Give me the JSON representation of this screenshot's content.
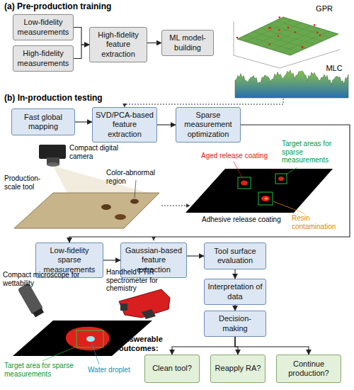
{
  "diagram": {
    "nodes": [
      {
        "text": [
          "Low-fidelity measurements"
        ]
      },
      {
        "text": [
          "High-fidelity measurements"
        ]
      },
      {
        "text": [
          "High-fidelity feature extraction"
        ]
      },
      {
        "text": [
          "ML model-building"
        ]
      },
      {
        "text": [
          "Fast global mapping"
        ]
      },
      {
        "text": [
          "SVD/PCA-based feature extraction"
        ]
      },
      {
        "text": [
          "Sparse measurement optimization"
        ]
      },
      {
        "text": [
          "Low-fidelity sparse measurements"
        ]
      },
      {
        "text": [
          "Gaussian-based feature extraction"
        ]
      },
      {
        "text": [
          "Tool surface evaluation"
        ]
      },
      {
        "text": [
          "Interpretation of data"
        ]
      },
      {
        "text": [
          "Decision-making"
        ]
      },
      {
        "text": [
          "Clean tool?"
        ]
      },
      {
        "text": [
          "Reapply RA?"
        ]
      },
      {
        "text": [
          "Continue production?"
        ]
      }
    ],
    "edges": [
      {
        "from": 0,
        "to": 2,
        "arrow": "to"
      },
      {
        "from": 1,
        "to": 2,
        "arrow": "to"
      },
      {
        "from": 2,
        "to": 3,
        "arrow": "to"
      },
      {
        "from": 4,
        "to": 5,
        "arrow": "to"
      },
      {
        "from": 5,
        "to": 6,
        "arrow": "to"
      },
      {
        "from": 6,
        "to": 7,
        "arrow": "to"
      },
      {
        "from": 7,
        "to": 8,
        "arrow": "to"
      },
      {
        "from": 8,
        "to": 9,
        "arrow": "to"
      },
      {
        "from": 9,
        "to": 10,
        "arrow": "to"
      },
      {
        "from": 10,
        "to": 11,
        "arrow": "to"
      },
      {
        "from": 11,
        "to": 12,
        "arrow": "to"
      },
      {
        "from": 11,
        "to": 13,
        "arrow": "to"
      },
      {
        "from": 11,
        "to": 14,
        "arrow": "to"
      }
    ],
    "labels": [
      "(a) Pre-production training",
      "GPR",
      "MLC",
      "(b) In-production testing",
      "Compact digital camera",
      "Color-abnormal region",
      "Production-scale tool",
      "Aged release coating",
      "Target areas for sparse measurements",
      "Resin contamination",
      "Adhesive release coating",
      "Compact microscope for wettability",
      "Handheld FTIR spectrometer for chemistry",
      "Target area for sparse measurements",
      "Water droplet",
      "Answerable outcomes:"
    ]
  }
}
